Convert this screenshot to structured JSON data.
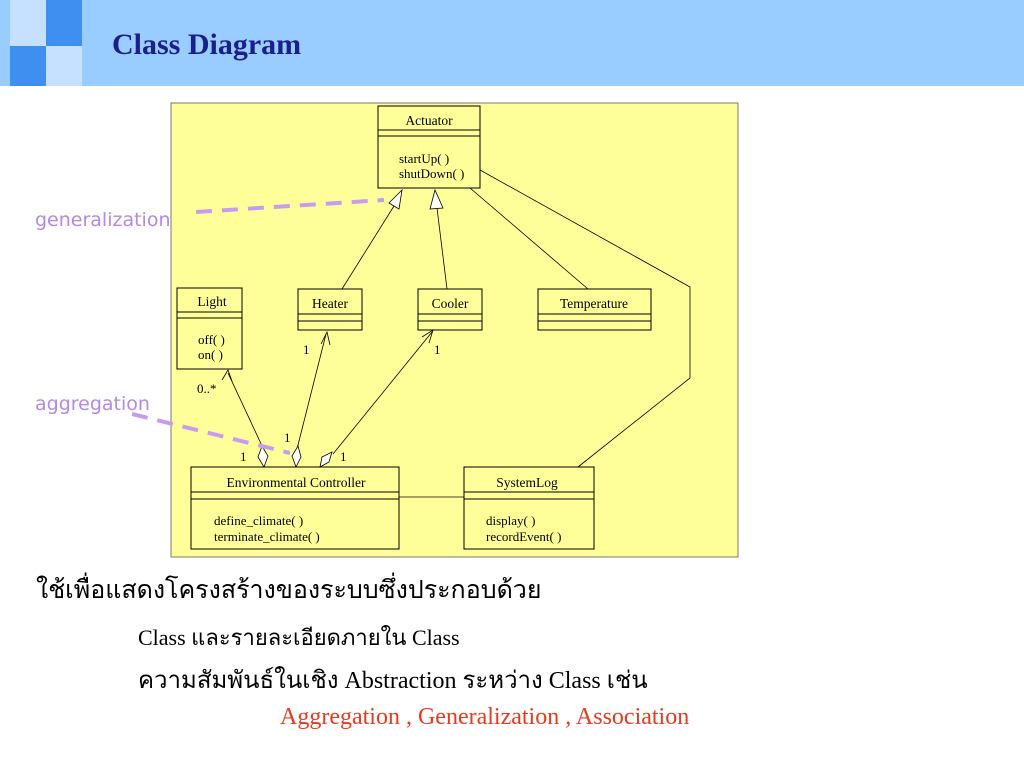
{
  "header": {
    "title": "Class Diagram",
    "band_color": "#99ccff",
    "title_color": "#1a1f8c"
  },
  "diagram": {
    "background_color": "#ffff99",
    "classes": {
      "actuator": {
        "name": "Actuator",
        "methods": [
          "startUp( )",
          "shutDown( )"
        ]
      },
      "light": {
        "name": "Light",
        "methods": [
          "off( )",
          "on( )"
        ]
      },
      "heater": {
        "name": "Heater"
      },
      "cooler": {
        "name": "Cooler"
      },
      "temperature": {
        "name": "Temperature"
      },
      "environmental_controller": {
        "name": "Environmental Controller",
        "methods": [
          "define_climate( )",
          "terminate_climate( )"
        ]
      },
      "system_log": {
        "name": "SystemLog",
        "methods": [
          "display( )",
          "recordEvent( )"
        ]
      }
    },
    "multiplicities": {
      "light": "0..*",
      "heater": "1",
      "cooler": "1",
      "controller_light": "1",
      "controller_heater": "1",
      "controller_cooler": "1"
    },
    "callouts": {
      "generalization": "generalization",
      "aggregation": "aggregation",
      "color": "#b28be0"
    }
  },
  "body": {
    "line1": "ใช้เพื่อแสดงโครงสร้างของระบบซึ่งประกอบด้วย",
    "line2": "Class และรายละเอียดภายใน Class",
    "line3": "ความสัมพันธ์ในเชิง Abstraction ระหว่าง Class  เช่น",
    "line4": "Aggregation , Generalization , Association",
    "highlight_color": "#e63b1f"
  }
}
